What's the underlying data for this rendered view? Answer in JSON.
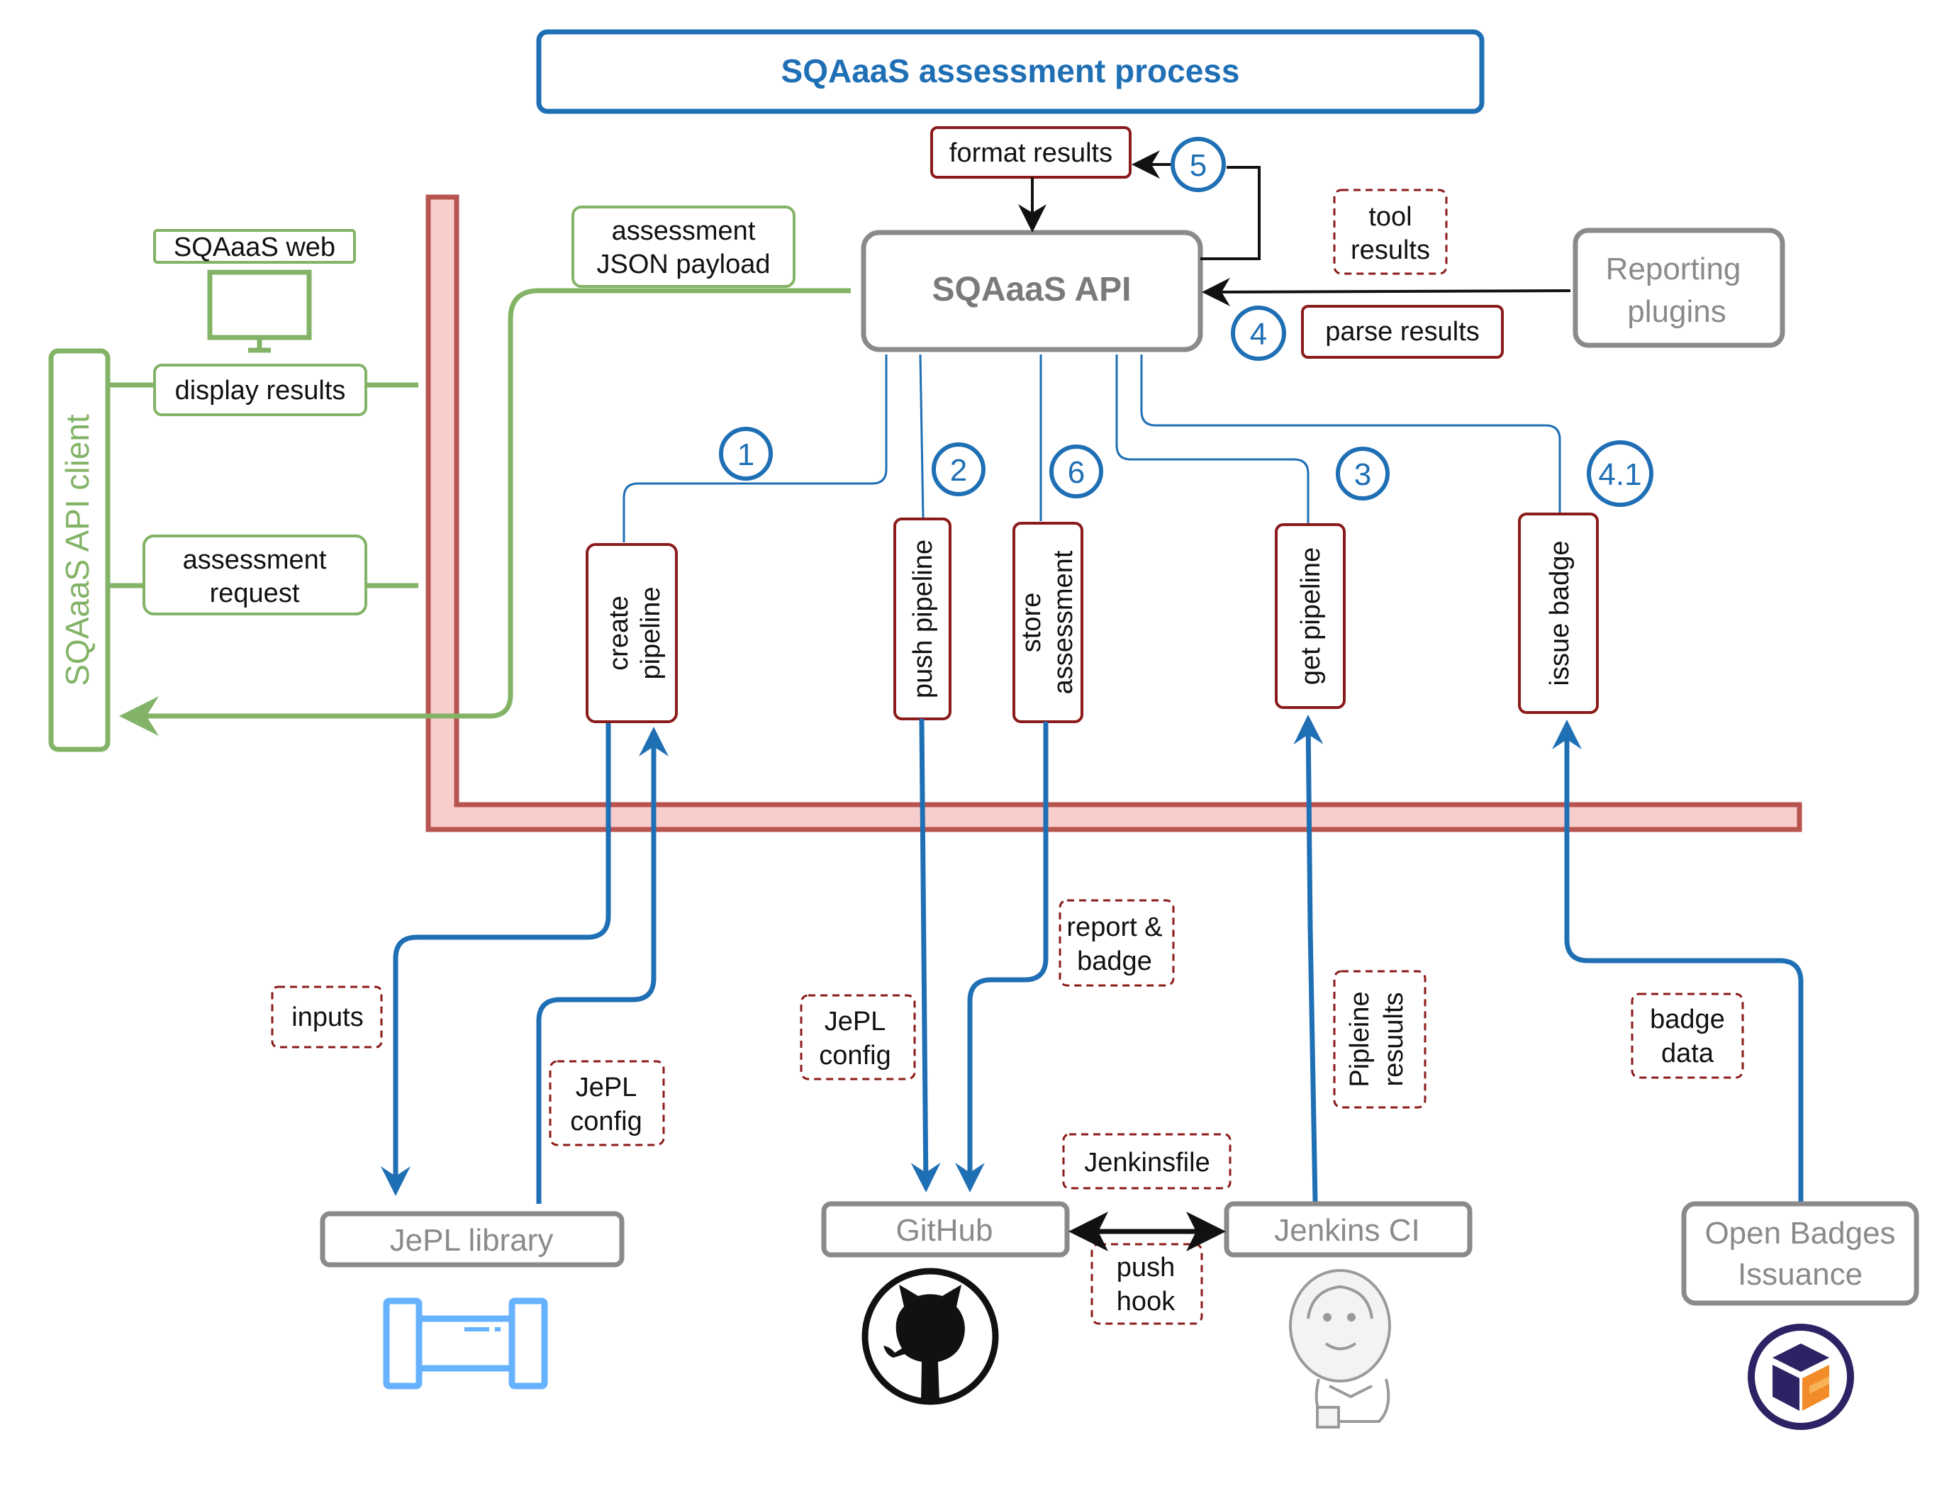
{
  "title": "SQAaaS assessment process",
  "api": {
    "label": "SQAaaS API"
  },
  "reporting_plugins": [
    "Reporting",
    "plugins"
  ],
  "client": {
    "label": "SQAaaS API client",
    "web_label": "SQAaaS web",
    "display_results": "display results",
    "assessment_request": [
      "assessment",
      "request"
    ],
    "payload": [
      "assessment",
      "JSON payload"
    ]
  },
  "actions": {
    "format_results": "format results",
    "parse_results": "parse results",
    "create_pipeline": [
      "create",
      "pipeline"
    ],
    "push_pipeline": "push pipeline",
    "store_assessment": [
      "store",
      "assessment"
    ],
    "get_pipeline": "get pipeline",
    "issue_badge": "issue badge"
  },
  "data_notes": {
    "tool_results": [
      "tool",
      "results"
    ],
    "inputs": "inputs",
    "jepl_config_1": [
      "JePL",
      "config"
    ],
    "jepl_config_2": [
      "JePL",
      "config"
    ],
    "report_badge": [
      "report &",
      "badge"
    ],
    "pipeline_results": [
      "Pipleine",
      "resuults"
    ],
    "badge_data": [
      "badge",
      "data"
    ],
    "jenkinsfile": "Jenkinsfile",
    "push_hook": [
      "push",
      "hook"
    ]
  },
  "steps": [
    "1",
    "2",
    "3",
    "4",
    "4.1",
    "5",
    "6"
  ],
  "services": {
    "jepl_library": "JePL library",
    "github": "GitHub",
    "jenkins": "Jenkins CI",
    "open_badges": [
      "Open Badges",
      "Issuance"
    ]
  },
  "icons": [
    "monitor-icon",
    "jepl-library-icon",
    "github-icon",
    "jenkins-icon",
    "open-badges-icon"
  ],
  "colors": {
    "blue": "#1f6fb5",
    "green": "#82b366",
    "dark_red": "#8b1a1a",
    "grey": "#8a8a8a",
    "boundary_fill": "#f8cecc",
    "boundary_stroke": "#b85450"
  }
}
